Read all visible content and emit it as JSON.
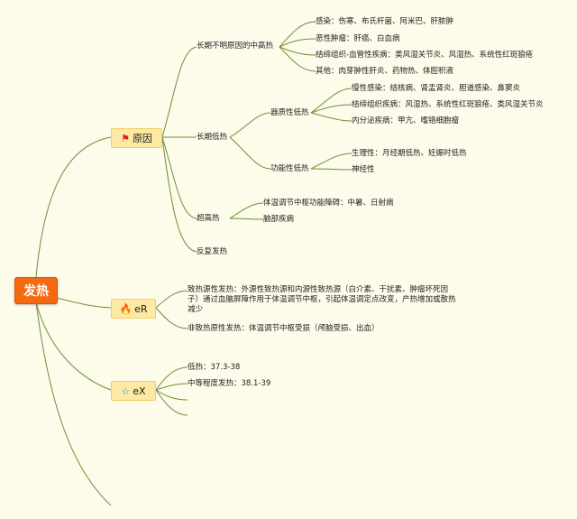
{
  "root": {
    "label": "发热"
  },
  "branches": {
    "cause": {
      "label": "原因",
      "icon": "red-flag-icon",
      "high": {
        "label": "长期不明原因的中高热",
        "items": [
          "感染：伤寒、布氏杆菌、阿米巴、肝脓肿",
          "恶性肿瘤：肝癌、白血病",
          "结缔组织-血管性疾病：类风湿关节炎、风湿热、系统性红斑狼疮",
          "其他：肉芽肿性肝炎、药物热、体腔积液"
        ]
      },
      "low": {
        "label": "长期低热",
        "organic": {
          "label": "器质性低热",
          "items": [
            "慢性感染：结核病、肾盂肾炎、胆道感染、鼻窦炎",
            "结缔组织疾病：风湿热、系统性红斑狼疮、类风湿关节炎",
            "内分泌疾病：甲亢、嗜铬细胞瘤"
          ]
        },
        "functional": {
          "label": "功能性低热",
          "items": [
            "生理性：月经期低热、妊娠时低热",
            "神经性"
          ]
        }
      },
      "hyper": {
        "label": "超高热",
        "items": [
          "体温调节中枢功能障碍：中暑、日射病",
          "脑部疾病"
        ]
      },
      "recurrent": {
        "label": "反复发热"
      }
    },
    "er": {
      "label": "eR",
      "icon": "fire-icon",
      "items": [
        "致热源性发热：外源性致热源和内源性致热源（白介素、干扰素、肿瘤坏死因子）通过血脑屏障作用于体温调节中枢，引起体温调定点改变，产热增加或散热减少",
        "非致热原性发热：体温调节中枢受损（颅脑受损、出血）"
      ]
    },
    "ex": {
      "label": "eX",
      "icon": "star-icon",
      "items": [
        "低热：37.3-38",
        "中等程度发热：38.1-39"
      ]
    }
  },
  "colors": {
    "background": "#fdfbe9",
    "root": "#f36a10",
    "node": "#fde9a3",
    "line": "#6d8f3a"
  }
}
